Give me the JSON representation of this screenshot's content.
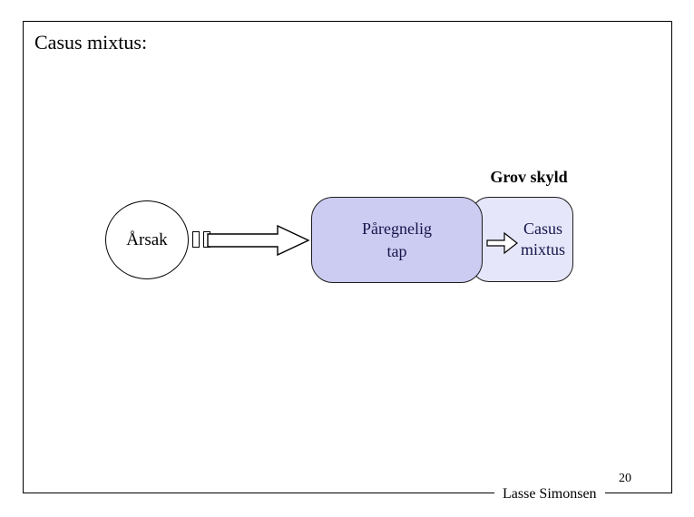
{
  "slide": {
    "title": "Casus mixtus:",
    "footer_author": "Lasse Simonsen",
    "page_number": "20"
  },
  "diagram": {
    "condition_label": "Grov skyld",
    "cause_circle": {
      "label": "Årsak"
    },
    "connector_glyphs": {
      "icon": "empty-box-glyphs",
      "count": 2
    },
    "big_arrow": {
      "icon": "right-block-arrow",
      "direction": "right"
    },
    "loss_box": {
      "line1": "Påregnelig",
      "line2": "tap"
    },
    "small_arrow": {
      "icon": "right-block-arrow",
      "direction": "right"
    },
    "result_box": {
      "line1": "Casus",
      "line2": "mixtus"
    }
  },
  "colors": {
    "loss_box_fill": "#ccccf2",
    "result_box_fill": "#e6e6fa",
    "box_text": "#14144b",
    "outline": "#000000",
    "background": "#ffffff"
  }
}
